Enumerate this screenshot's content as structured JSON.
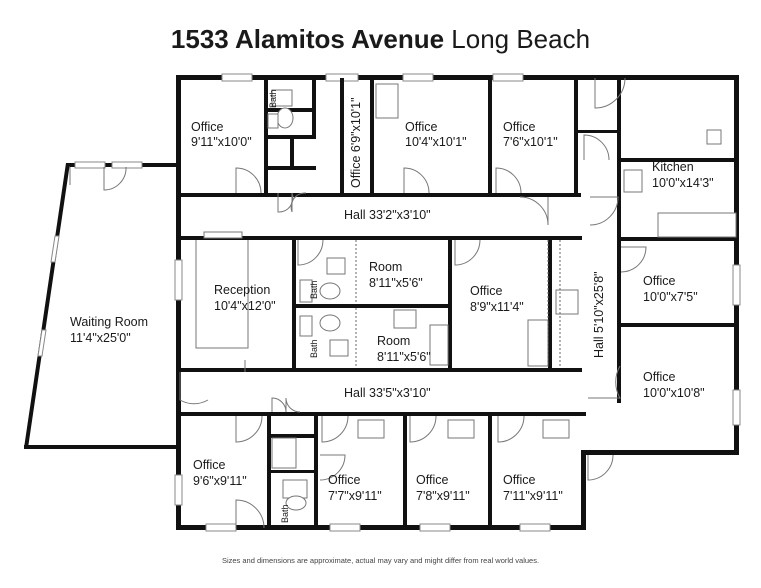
{
  "title": {
    "address": "1533 Alamitos Avenue",
    "city": "Long Beach"
  },
  "disclaimer": "Sizes and dimensions are approximate, actual may vary and might differ from real world values.",
  "rooms": {
    "office_nw_name": "Office",
    "office_nw_dim": "9'11\"x10'0\"",
    "bath_top": "Bath",
    "office_vertical": "Office 6'9\"x10'1\"",
    "office_n2_name": "Office",
    "office_n2_dim": "10'4\"x10'1\"",
    "office_n3_name": "Office",
    "office_n3_dim": "7'6\"x10'1\"",
    "kitchen_name": "Kitchen",
    "kitchen_dim": "10'0\"x14'3\"",
    "hall_top": "Hall 33'2\"x3'10\"",
    "reception_name": "Reception",
    "reception_dim": "10'4\"x12'0\"",
    "waiting_name": "Waiting Room",
    "waiting_dim": "11'4\"x25'0\"",
    "bath_mid_a": "Bath",
    "bath_mid_b": "Bath",
    "room1_name": "Room",
    "room1_dim": "8'11\"x5'6\"",
    "room2_name": "Room",
    "room2_dim": "8'11\"x5'6\"",
    "office_mid_name": "Office",
    "office_mid_dim": "8'9\"x11'4\"",
    "hall_vertical": "Hall 5'10\"x25'8\"",
    "office_e1_name": "Office",
    "office_e1_dim": "10'0\"x7'5\"",
    "office_e2_name": "Office",
    "office_e2_dim": "10'0\"x10'8\"",
    "hall_bottom": "Hall 33'5\"x3'10\"",
    "office_sw_name": "Office",
    "office_sw_dim": "9'6\"x9'11\"",
    "bath_bottom": "Bath",
    "office_s1_name": "Office",
    "office_s1_dim": "7'7\"x9'11\"",
    "office_s2_name": "Office",
    "office_s2_dim": "7'8\"x9'11\"",
    "office_s3_name": "Office",
    "office_s3_dim": "7'11\"x9'11\""
  }
}
